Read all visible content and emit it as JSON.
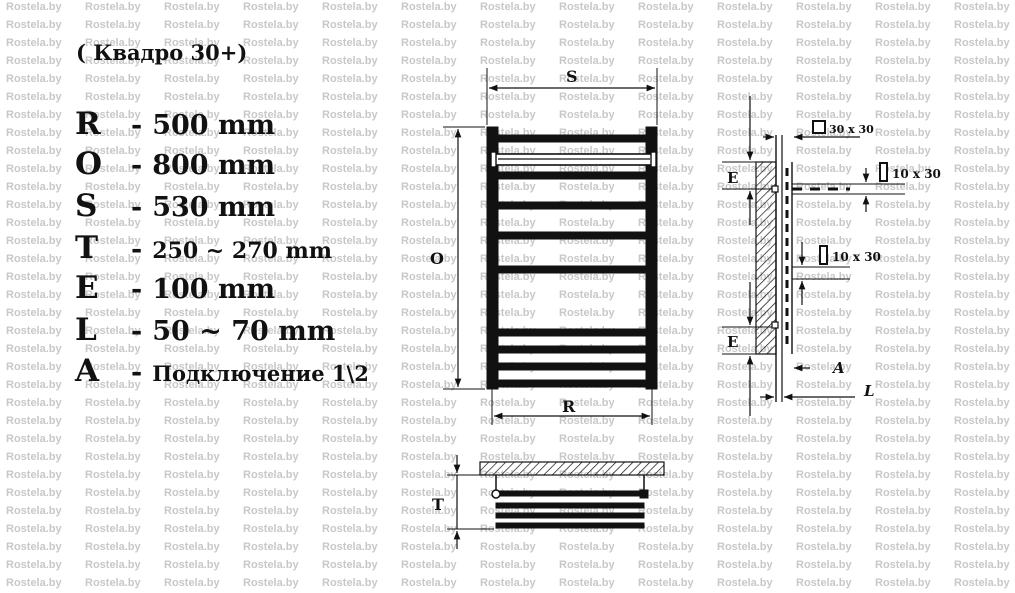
{
  "watermark": {
    "text": "Rostela.by",
    "color": "#c8c8c8"
  },
  "specs": {
    "title": "( Квадро 30+)",
    "rows": [
      {
        "key": "R",
        "value": "500 mm"
      },
      {
        "key": "O",
        "value": "800 mm"
      },
      {
        "key": "S",
        "value": "530 mm"
      },
      {
        "key": "T",
        "value": "250 ~ 270 mm"
      },
      {
        "key": "E",
        "value": "100 mm"
      },
      {
        "key": "L",
        "value": "50 ~ 70 mm"
      },
      {
        "key": "A",
        "value": "Подключение 1\\2"
      }
    ]
  },
  "front_view": {
    "width_label": "S",
    "height_label": "O",
    "axis_label": "R"
  },
  "top_view": {
    "depth_label": "T"
  },
  "side_view": {
    "e_top": "E",
    "e_bottom": "E",
    "a_label": "A",
    "l_label": "L",
    "profile_1": "30 x 30",
    "profile_2": "10 x 30",
    "profile_3": "10 x 30"
  },
  "colors": {
    "ink": "#111111",
    "background": "#ffffff"
  }
}
